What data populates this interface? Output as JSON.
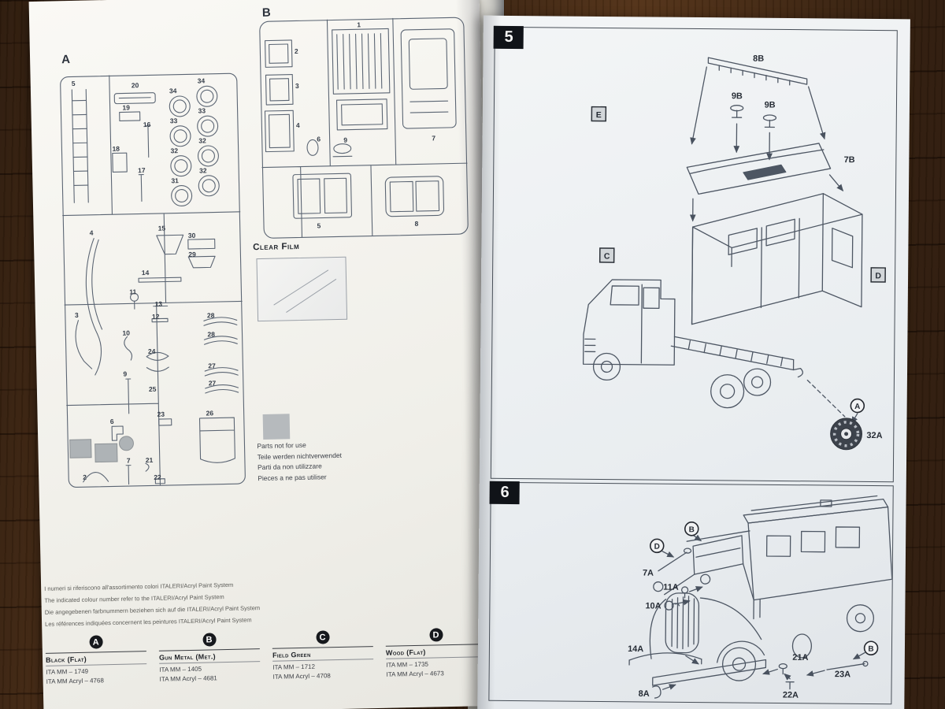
{
  "left_page": {
    "sprue_a": {
      "label": "A",
      "parts": [
        "5",
        "20",
        "34",
        "34",
        "19",
        "33",
        "33",
        "16",
        "32",
        "32",
        "18",
        "17",
        "31",
        "32",
        "4",
        "15",
        "30",
        "29",
        "14",
        "11",
        "13",
        "12",
        "10",
        "28",
        "28",
        "3",
        "24",
        "27",
        "27",
        "9",
        "25",
        "23",
        "26",
        "6",
        "7",
        "21",
        "2",
        "22"
      ]
    },
    "sprue_b": {
      "label": "B",
      "parts": [
        "1",
        "2",
        "3",
        "4",
        "6",
        "9",
        "7",
        "5",
        "8"
      ]
    },
    "clear_film": {
      "title": "Clear Film"
    },
    "not_for_use": {
      "lines": [
        "Parts not for use",
        "Teile werden nichtverwendet",
        "Parti da non utilizzare",
        "Pieces a ne pas utiliser"
      ]
    },
    "colour_note": {
      "lines": [
        "I numeri si riferiscono all'assortimento colori ITALERI/Acryl Paint System",
        "The indicated colour number refer to the ITALERI/Acryl Paint System",
        "Die angegebenen farbnummern beziehen sich auf die ITALERI/Acryl Paint System",
        "Les références indiquées concernent les peintures ITALERI/Acryl Paint System"
      ]
    },
    "paints": [
      {
        "letter": "A",
        "name": "Black (Flat)",
        "code1": "ITA MM – 1749",
        "code2": "ITA MM Acryl – 4768"
      },
      {
        "letter": "B",
        "name": "Gun Metal (Met.)",
        "code1": "ITA MM – 1405",
        "code2": "ITA MM Acryl – 4681"
      },
      {
        "letter": "C",
        "name": "Field Green",
        "code1": "ITA MM – 1712",
        "code2": "ITA MM Acryl – 4708"
      },
      {
        "letter": "D",
        "name": "Wood (Flat)",
        "code1": "ITA MM – 1735",
        "code2": "ITA MM Acryl – 4673"
      }
    ]
  },
  "right_page": {
    "step5": {
      "number": "5",
      "labels": {
        "rail": "8B",
        "vent_left": "9B",
        "vent_right": "9B",
        "roof": "7B",
        "box_e": "E",
        "box_c": "C",
        "box_d": "D",
        "circle_a": "A",
        "wheel": "32A"
      }
    },
    "step6": {
      "number": "6",
      "labels": {
        "circle_b_left": "B",
        "circle_d": "D",
        "mirror": "7A",
        "convoy_light": "11A",
        "headlight": "10A",
        "bumper": "14A",
        "tow_hook": "8A",
        "lamp": "21A",
        "width_indicator": "22A",
        "starter_crank": "23A",
        "circle_b_right": "B"
      }
    }
  }
}
